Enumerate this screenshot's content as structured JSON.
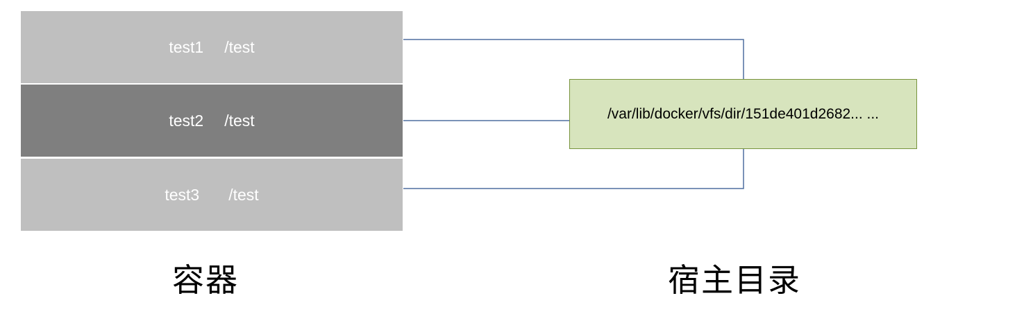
{
  "containers": [
    {
      "name": "test1",
      "path": "/test"
    },
    {
      "name": "test2",
      "path": "/test"
    },
    {
      "name": "test3",
      "path": "/test"
    }
  ],
  "host_dir": {
    "path": "/var/lib/docker/vfs/dir/151de401d2682... ..."
  },
  "captions": {
    "containers": "容器",
    "host_dir": "宿主目录"
  },
  "colors": {
    "row_light": "#bfbfbf",
    "row_dark": "#7f7f7f",
    "host_box_fill": "#d7e4bd",
    "host_box_border": "#77933c",
    "connector": "#4f6f9f"
  }
}
